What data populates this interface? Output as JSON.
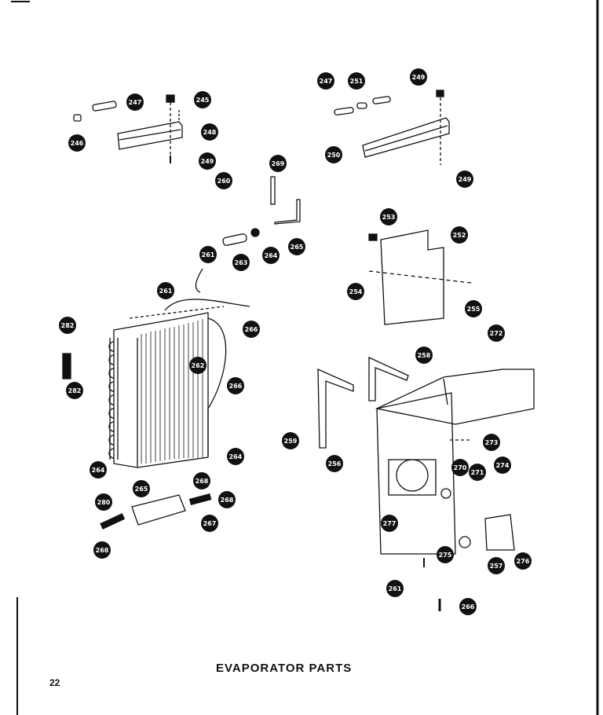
{
  "caption": "EVAPORATOR PARTS",
  "page_number": "22",
  "callouts": [
    {
      "label": "247"
    },
    {
      "label": "245"
    },
    {
      "label": "248"
    },
    {
      "label": "246"
    },
    {
      "label": "249"
    },
    {
      "label": "247"
    },
    {
      "label": "251"
    },
    {
      "label": "249"
    },
    {
      "label": "250"
    },
    {
      "label": "249"
    },
    {
      "label": "260"
    },
    {
      "label": "269"
    },
    {
      "label": "261"
    },
    {
      "label": "263"
    },
    {
      "label": "264"
    },
    {
      "label": "265"
    },
    {
      "label": "253"
    },
    {
      "label": "252"
    },
    {
      "label": "254"
    },
    {
      "label": "255"
    },
    {
      "label": "261"
    },
    {
      "label": "266"
    },
    {
      "label": "282"
    },
    {
      "label": "262"
    },
    {
      "label": "282"
    },
    {
      "label": "266"
    },
    {
      "label": "264"
    },
    {
      "label": "264"
    },
    {
      "label": "268"
    },
    {
      "label": "265"
    },
    {
      "label": "268"
    },
    {
      "label": "280"
    },
    {
      "label": "267"
    },
    {
      "label": "268"
    },
    {
      "label": "258"
    },
    {
      "label": "272"
    },
    {
      "label": "259"
    },
    {
      "label": "256"
    },
    {
      "label": "273"
    },
    {
      "label": "270"
    },
    {
      "label": "271"
    },
    {
      "label": "274"
    },
    {
      "label": "277"
    },
    {
      "label": "275"
    },
    {
      "label": "257"
    },
    {
      "label": "276"
    },
    {
      "label": "261"
    },
    {
      "label": "266"
    }
  ]
}
